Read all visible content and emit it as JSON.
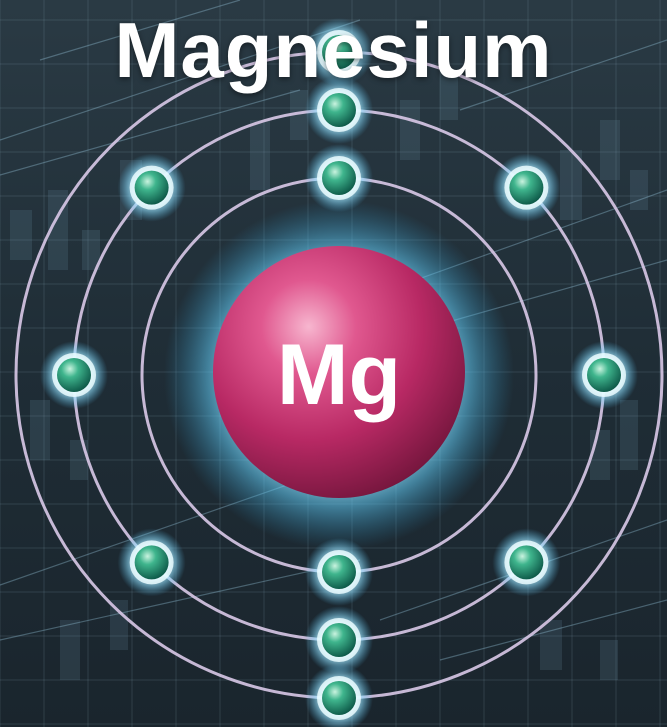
{
  "title": "Magnesium",
  "symbol": "Mg",
  "colors": {
    "background": "#1d2a33",
    "nucleus": "#c8336e",
    "electron": "#2fa07c",
    "orbit": "#d9c9e8",
    "glow": "#7fd6ff",
    "text": "#ffffff"
  },
  "shells": [
    {
      "name": "shell-1",
      "electrons": 2
    },
    {
      "name": "shell-2",
      "electrons": 8
    },
    {
      "name": "shell-3",
      "electrons": 2
    }
  ]
}
